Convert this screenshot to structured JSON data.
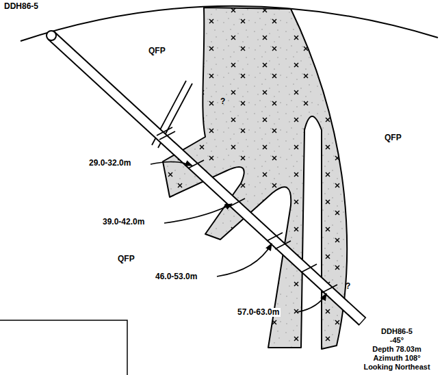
{
  "diagram": {
    "labels": [
      "DDH86-5",
      "QFP",
      "QFP",
      "QFP",
      "?",
      "?",
      "29.0-32.0m",
      "39.0-42.0m",
      "46.0-53.0m",
      "57.0-63.0m",
      "DDH86-5",
      "-45°",
      "Depth 78.03m",
      "Azimuth 108°",
      "Looking Northeast"
    ]
  }
}
